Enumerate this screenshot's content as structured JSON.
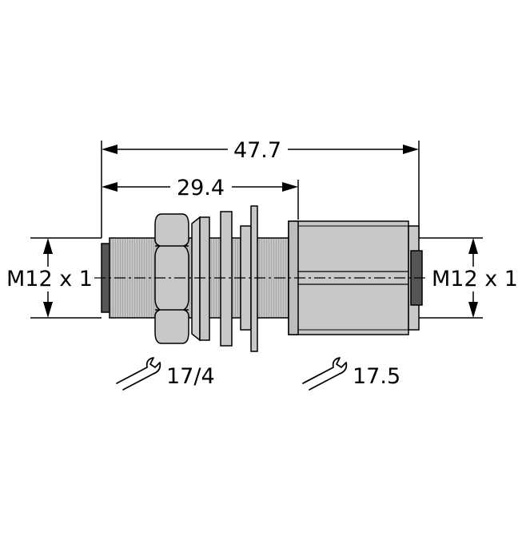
{
  "dimensions": {
    "overall_length": "47.7",
    "thread_length": "29.4"
  },
  "threads": {
    "left": "M12 x 1",
    "right": "M12 x 1"
  },
  "wrench_sizes": {
    "left": "17/4",
    "right": "17.5"
  },
  "icons": {
    "wrench": "wrench-icon"
  },
  "colors": {
    "body_fill": "#c8c8c8",
    "thread_fill": "#b5b5b5",
    "dark_fill": "#555555",
    "line": "#000000"
  }
}
